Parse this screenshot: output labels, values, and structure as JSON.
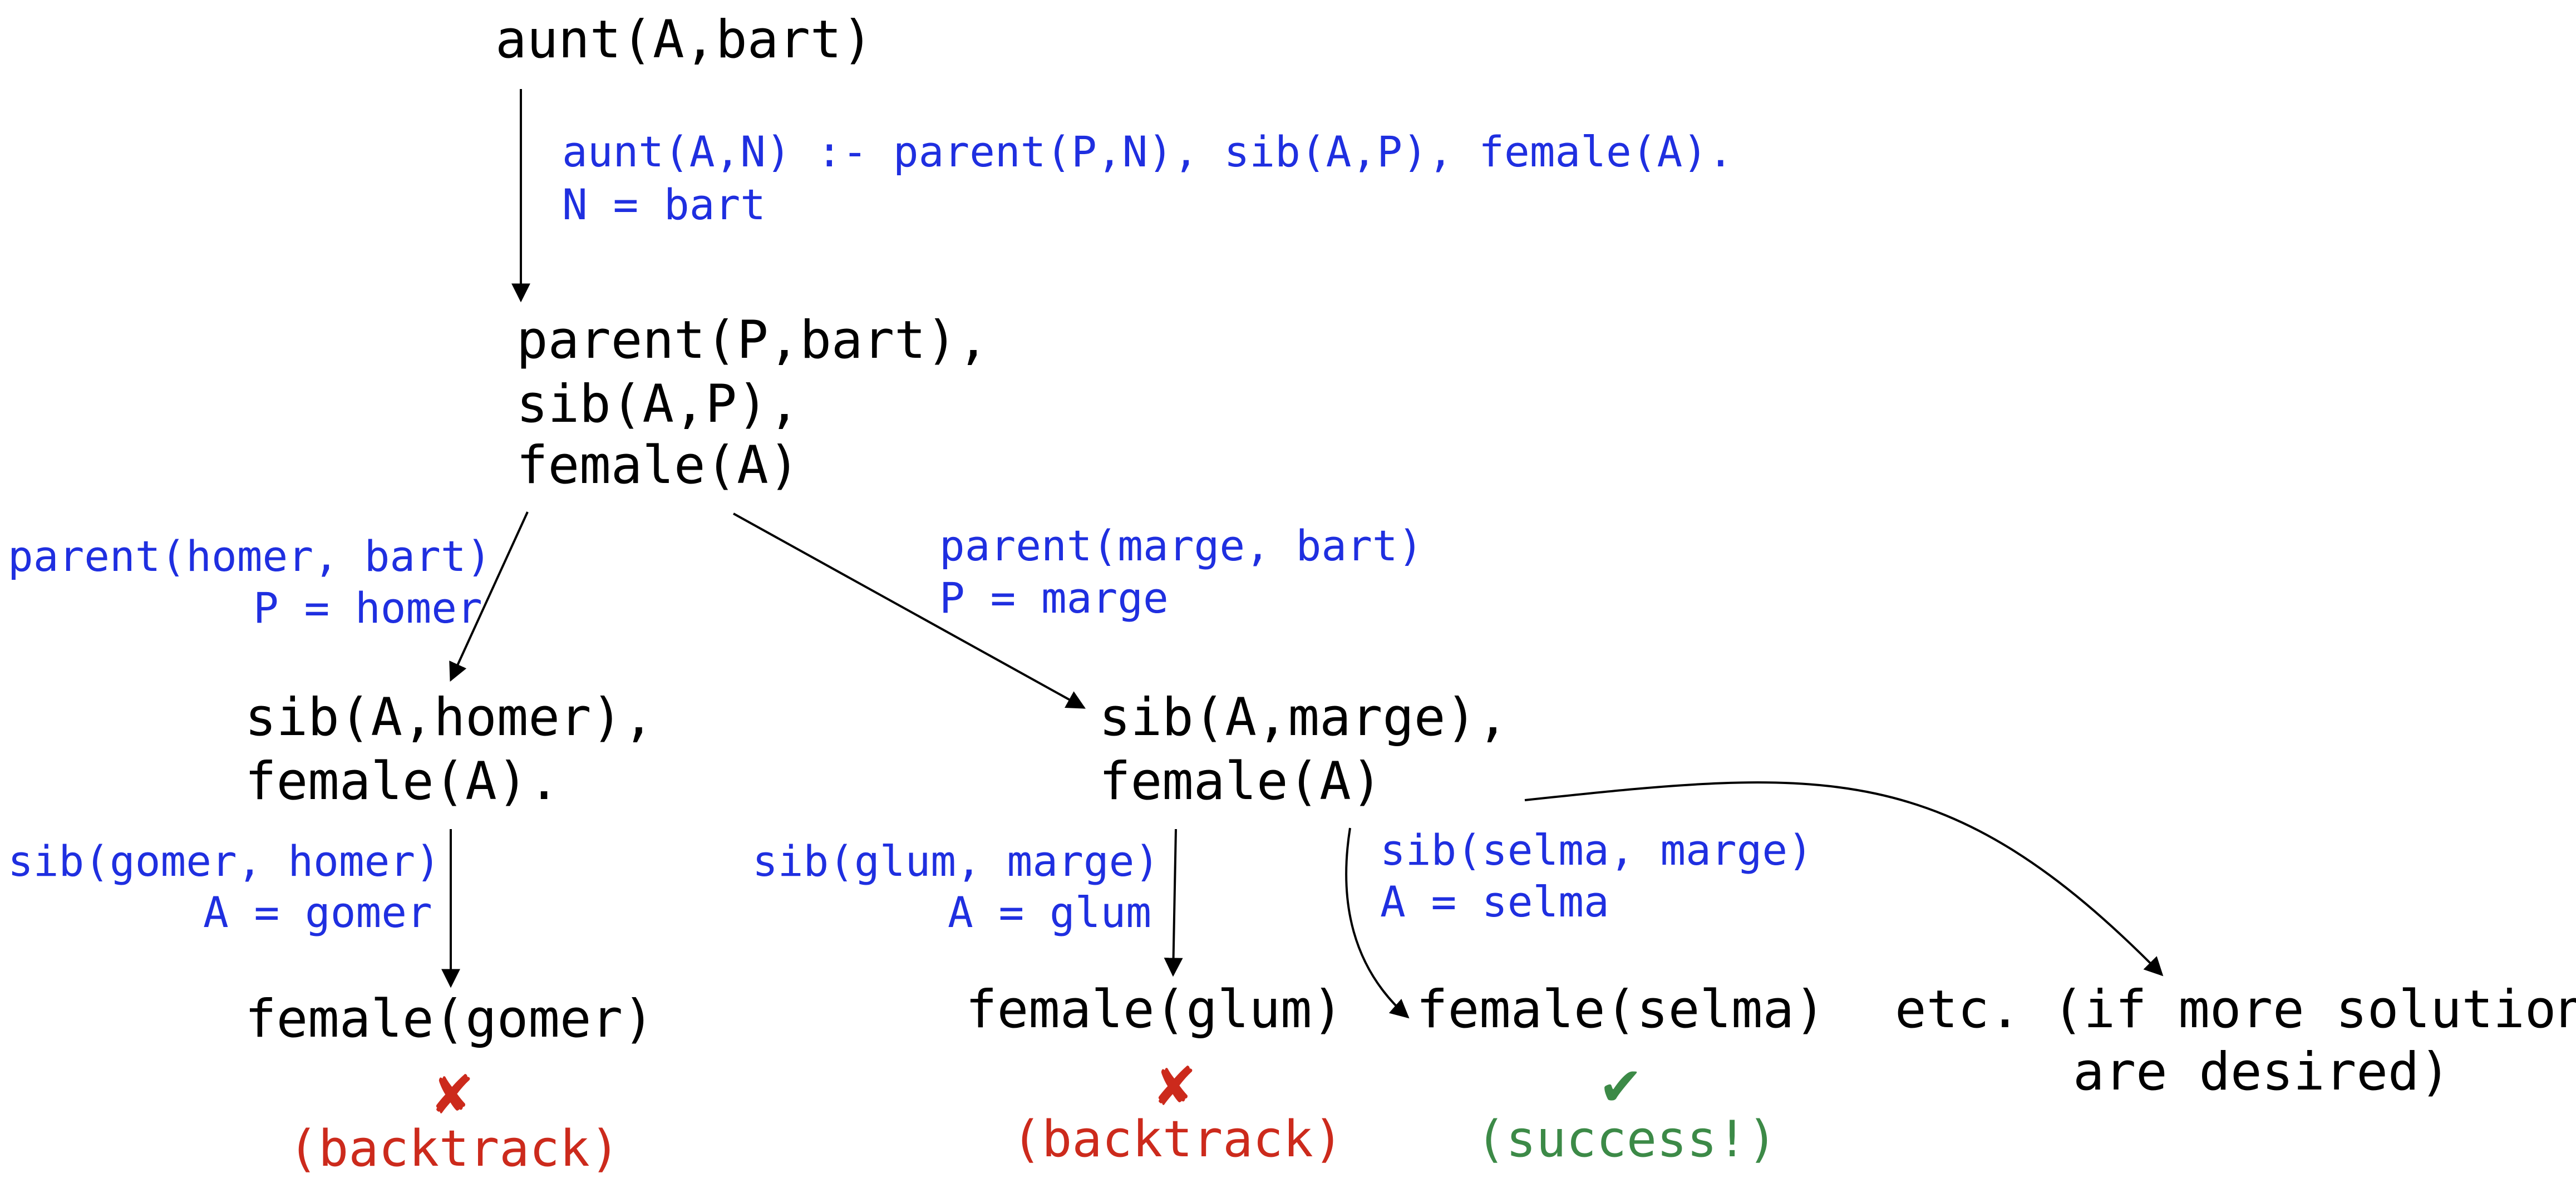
{
  "goals": {
    "root": "aunt(A,bart)",
    "level1": [
      "parent(P,bart),",
      "sib(A,P),",
      "female(A)"
    ],
    "homer_branch": [
      "sib(A,homer),",
      "female(A)."
    ],
    "marge_branch": [
      "sib(A,marge),",
      "female(A)"
    ],
    "gomer": "female(gomer)",
    "glum": "female(glum)",
    "selma": "female(selma)",
    "etc": [
      "etc. (if more solutions",
      "are desired)"
    ]
  },
  "edges": {
    "root_to_level1": [
      "aunt(A,N) :- parent(P,N), sib(A,P), female(A).",
      "N = bart"
    ],
    "to_homer": [
      "parent(homer, bart)",
      "P = homer"
    ],
    "to_marge": [
      "parent(marge, bart)",
      "P = marge"
    ],
    "to_gomer": [
      "sib(gomer, homer)",
      "A = gomer"
    ],
    "to_glum": [
      "sib(glum, marge)",
      "A = glum"
    ],
    "to_selma": [
      "sib(selma, marge)",
      "A = selma"
    ]
  },
  "outcomes": {
    "gomer": {
      "icon": "cross-icon",
      "symbol": "✘",
      "label": "(backtrack)"
    },
    "glum": {
      "icon": "cross-icon",
      "symbol": "✘",
      "label": "(backtrack)"
    },
    "selma": {
      "icon": "check-icon",
      "symbol": "✔",
      "label": "(success!)"
    }
  },
  "colors": {
    "goal_text": "#000000",
    "rule_text": "#1f2fe0",
    "backtrack": "#cc2a1c",
    "success": "#3c8a47"
  }
}
